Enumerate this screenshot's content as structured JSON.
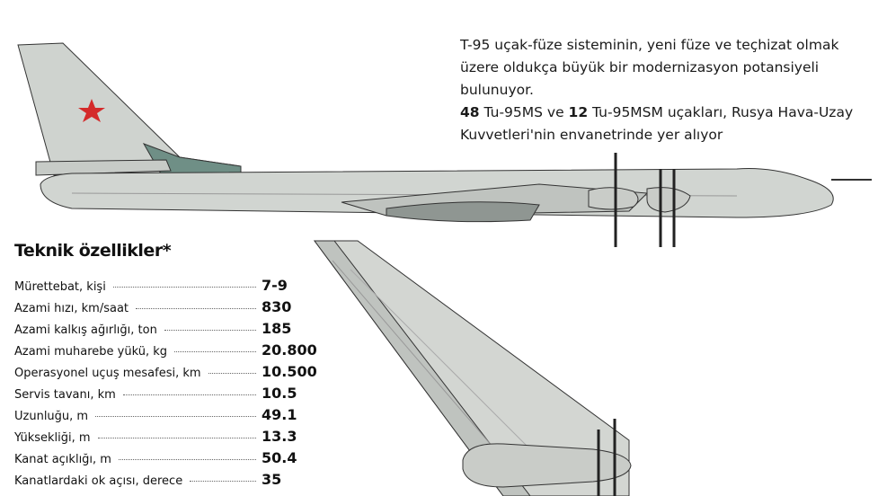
{
  "intro": {
    "line1": "T-95 uçak-füze sisteminin, yeni füze ve teçhizat olmak üzere oldukça büyük bir modernizasyon potansiyeli bulunuyor.",
    "count_ms": "48",
    "text_ms": " Tu-95MS ve ",
    "count_msm": "12",
    "text_msm": " Tu-95MSM uçakları, Rusya Hava-Uzay Kuvvetleri'nin envanetrinde yer alıyor"
  },
  "specs": {
    "title": "Teknik özellikler*",
    "rows": [
      {
        "label": "Mürettebat, kişi",
        "value": "7-9"
      },
      {
        "label": "Azami hızı, km/saat",
        "value": "830"
      },
      {
        "label": "Azami kalkış ağırlığı, ton",
        "value": "185"
      },
      {
        "label": "Azami muharebe yükü, kg",
        "value": "20.800"
      },
      {
        "label": "Operasyonel uçuş mesafesi, km",
        "value": "10.500"
      },
      {
        "label": "Servis tavanı, km",
        "value": "10.5"
      },
      {
        "label": "Uzunluğu, m",
        "value": "49.1"
      },
      {
        "label": "Yüksekliği, m",
        "value": "13.3"
      },
      {
        "label": "Kanat açıklığı, m",
        "value": "50.4"
      },
      {
        "label": "Kanatlardaki ok açısı, derece",
        "value": "35"
      }
    ]
  },
  "colors": {
    "body": "#cfd3cf",
    "tail_accent": "#6f8f86",
    "star": "#d42a2a",
    "outline": "#222222"
  }
}
